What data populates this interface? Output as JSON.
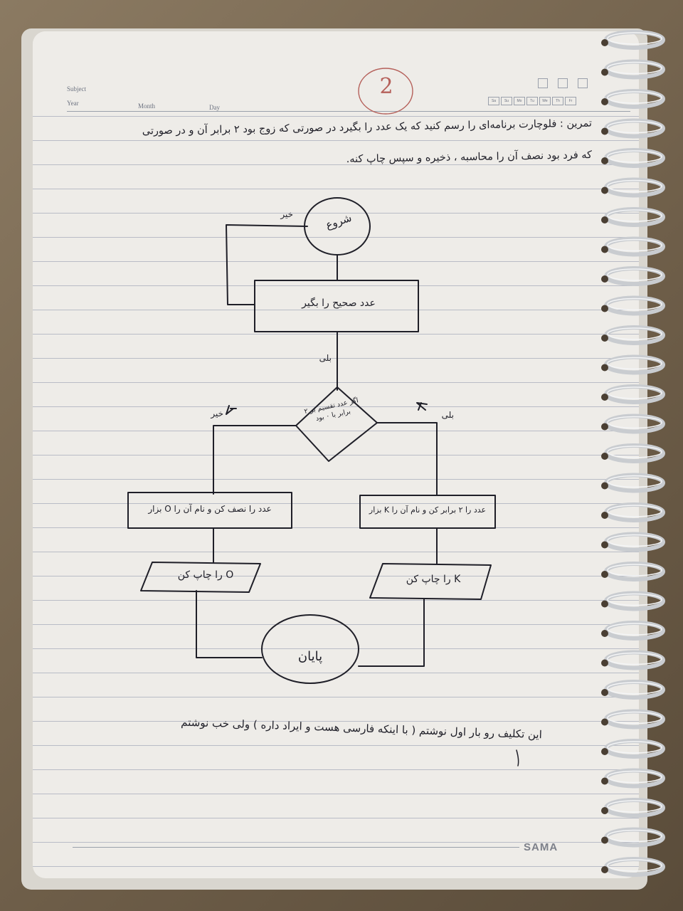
{
  "notebook": {
    "header": {
      "subject_label": "Subject",
      "year_label": "Year",
      "month_label": "Month",
      "day_label": "Day",
      "page_number": "2",
      "weekdays": [
        "Sa",
        "Su",
        "Mo",
        "Tu",
        "We",
        "Th",
        "Fr"
      ]
    },
    "brand": "SAMA",
    "ink_color": "#1f1f28",
    "paper_color": "#eeece8",
    "rule_color": "#b9bcc6"
  },
  "exercise": {
    "line1": "تمرین : فلوچارت برنامه‌ای را رسم کنید که یک عدد را بگیرد در صورتی که زوج بود ۲ برابر آن و در صورتی",
    "line2": "که فرد بود نصف آن را محاسبه ، ذخیره و سپس چاپ کنه."
  },
  "flowchart": {
    "start": "شروع",
    "input": "عدد صحیح را بگیر",
    "decision": "اگر عدد تقسیم بر ۲ برابر با ۰ بود",
    "yes_label": "بلی",
    "no_label": "خیر",
    "loop_label": "خیر",
    "after_input_label": "بلی",
    "process_yes": "عدد را ۲ برابر کن و نام آن را K بزار",
    "process_no": "عدد را نصف کن و نام آن را O بزار",
    "output_yes": "K را چاپ کن",
    "output_no": "O را چاپ کن",
    "end": "پایان"
  },
  "footnote": "این تکلیف رو بار اول نوشتم ( با اینکه فارسی هست و ایراد داره ) ولی خب نوشتم"
}
